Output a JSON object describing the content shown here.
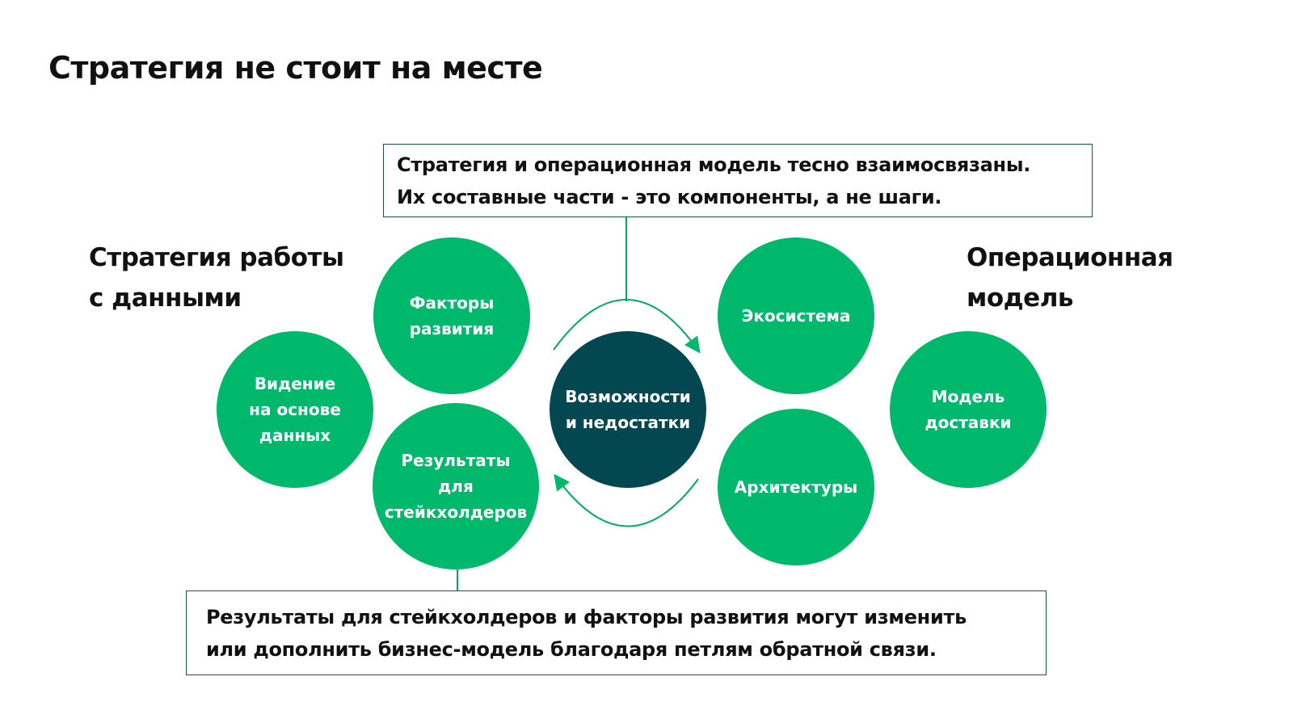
{
  "title": "Стратегия не стоит на месте",
  "left_heading": [
    "Стратегия работы",
    "с данными"
  ],
  "right_heading": [
    "Операционная",
    "модель"
  ],
  "top_note": [
    "Стратегия и операционная модель тесно взаимосвязаны.",
    "Их составные части - это компоненты, а не шаги."
  ],
  "bottom_note": [
    "Результаты для стейкхолдеров и факторы развития могут изменить",
    "или дополнить бизнес-модель благодаря петлям обратной связи."
  ],
  "circles": {
    "factors": [
      "Факторы",
      "развития"
    ],
    "vision": [
      "Видение",
      "на основе",
      "данных"
    ],
    "results": [
      "Результаты",
      "для",
      "стейкхолдеров"
    ],
    "center": [
      "Возможности",
      "и недостатки"
    ],
    "ecosystem": [
      "Экосистема"
    ],
    "architectures": [
      "Архитектуры"
    ],
    "delivery": [
      "Модель",
      "доставки"
    ]
  },
  "colors": {
    "green": "#00b86b",
    "dark": "#034851",
    "border": "#1d4d55"
  }
}
